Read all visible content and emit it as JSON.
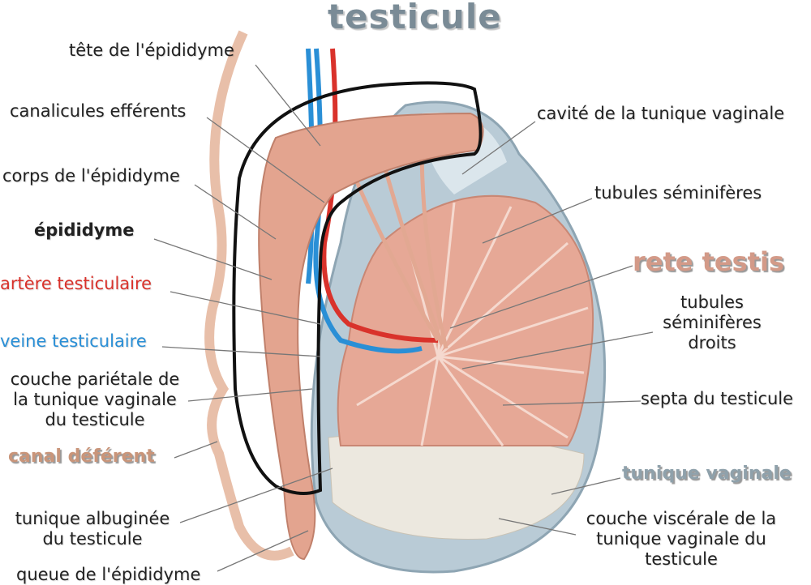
{
  "title": "testicule",
  "colors": {
    "title": "#7a8b96",
    "artery": "#d9322b",
    "vein": "#2a8fd6",
    "deferent": "#c9957a",
    "rete": "#d39a88",
    "tunica": "#8fa1ab",
    "tissue": "#e6a896"
  },
  "labels_left": {
    "tete_epididyme": "tête de l'épididyme",
    "canalicules": "canalicules efférents",
    "corps_epididyme": "corps de l'épididyme",
    "epididyme": "épididyme",
    "artere": "artère testiculaire",
    "veine": "veine testiculaire",
    "couche_parietale": [
      "couche pariétale de",
      "la tunique vaginale",
      "du testicule"
    ],
    "canal_deferent": "canal déférent",
    "tunique_albuginee": [
      "tunique albuginée",
      "du testicule"
    ],
    "queue_epididyme": "queue de l'épididyme"
  },
  "labels_right": {
    "cavite": "cavité de la tunique vaginale",
    "tubules_seminiferes": "tubules séminifères",
    "rete_testis": "rete testis",
    "tubules_droits": [
      "tubules",
      "séminifères",
      "droits"
    ],
    "septa": "septa du testicule",
    "tunique_vaginale": "tunique vaginale",
    "couche_viscerale": [
      "couche viscérale de la",
      "tunique vaginale du",
      "testicule"
    ]
  }
}
